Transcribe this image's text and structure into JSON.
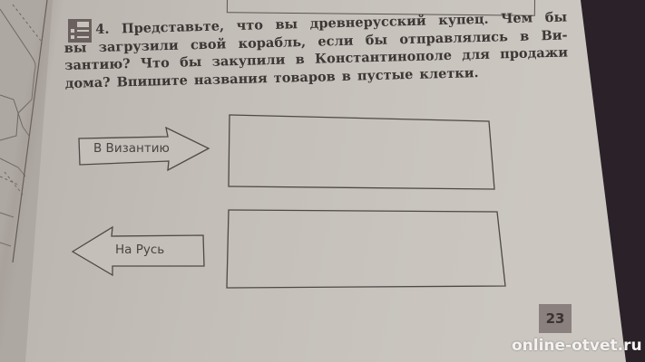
{
  "exercise": {
    "number": "4.",
    "icon": "workbook-task-icon",
    "lines": [
      [
        "Представьте,",
        "что",
        "вы",
        "древнерусский",
        "купец.",
        "Чем",
        "бы"
      ],
      [
        "вы",
        "загрузили",
        "свой",
        "корабль,",
        "если",
        "бы",
        "отправлялись",
        "в",
        "Ви-"
      ],
      [
        "зантию?",
        "Что",
        "бы",
        "закупили",
        "в",
        "Константинополе",
        "для",
        "продажи"
      ],
      [
        "дома?",
        "Впишите",
        "названия",
        "товаров",
        "в",
        "пустые",
        "клетки."
      ]
    ]
  },
  "arrows": {
    "to_byzantium": {
      "label": "В Византию",
      "direction": "right"
    },
    "to_rus": {
      "label": "На Русь",
      "direction": "left"
    }
  },
  "answer_boxes": {
    "to_byzantium_value": "",
    "to_rus_value": ""
  },
  "page_number": "23",
  "watermark": "online-otvet.ru",
  "colors": {
    "paper": "#c3beb8",
    "ink": "#3c3634",
    "page_number_bg": "#8a807d",
    "background": "#2a2228"
  }
}
